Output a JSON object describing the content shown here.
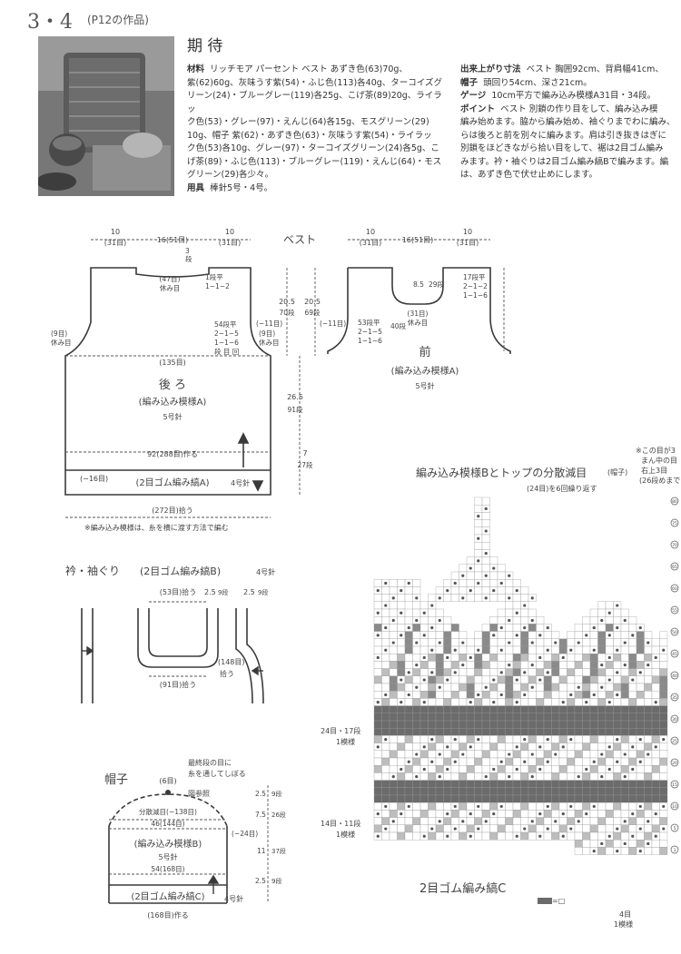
{
  "header": {
    "number": "3・4",
    "ref": "(P12の作品)",
    "title": "期 待"
  },
  "materials": {
    "label_materials": "材料",
    "line1": "リッチモア パーセント ベスト あずき色(63)70g、",
    "line2": "紫(62)60g、灰味うす紫(54)・ふじ色(113)各40g、ターコイズグ",
    "line3": "リーン(24)・ブルーグレー(119)各25g、こげ茶(89)20g、ライラッ",
    "line4": "ク色(53)・グレー(97)・えんじ(64)各15g、モスグリーン(29)",
    "line5": "10g、帽子 紫(62)・あずき色(63)・灰味うす紫(54)・ライラッ",
    "line6": "ク色(53)各10g、グレー(97)・ターコイズグリーン(24)各5g、こ",
    "line7": "げ茶(89)・ふじ色(113)・ブルーグレー(119)・えんじ(64)・モス",
    "line8": "グリーン(29)各少々。",
    "label_tools": "用具",
    "tools": "棒針5号・4号。"
  },
  "specs": {
    "label_size": "出来上がり寸法",
    "size_line": "ベスト 胸囲92cm、背肩幅41cm、",
    "size_line2": "",
    "label_hat": "帽子",
    "hat_line": "頭回り54cm、深さ21cm。",
    "label_gauge": "ゲージ",
    "gauge_line": "10cm平方で編み込み模様A31目・34段。",
    "label_point": "ポイント",
    "point1": "ベスト 別鎖の作り目をして、編み込み模",
    "point2": "編み始めます。脇から編み始め、袖ぐりまでわに編み、",
    "point3": "らは後ろと前を別々に編みます。肩は引き抜きはぎに",
    "point4": "別鎖をほどきながら拾い目をして、裾は2目ゴム編み",
    "point5": "みます。衿・袖ぐりは2目ゴム編み縞Bで編みます。編",
    "point6": "は、あずき色で伏せ止めにします。"
  },
  "vest": {
    "title": "ベスト",
    "back_top_left": "10",
    "back_top_left_sts": "(31目)",
    "back_top_mid": "16(51目)",
    "back_top_right": "10",
    "back_top_right_sts": "(31目)",
    "back_neck_rows": "3",
    "back_neck_rows_unit": "段",
    "back_neck_sts": "(47目)",
    "back_neck_rest": "休み目",
    "back_dec1a": "1段平",
    "back_dec1b": "1−1−2",
    "back_dec2a": "54段平",
    "back_dec2b": "2−1−5",
    "back_dec2c": "1−1−6",
    "back_dec2d": "段 目 回",
    "armhole_sts_l": "(9目)",
    "armhole_rest_l": "休み目",
    "armhole_sts_r": "(9目)",
    "armhole_rest_r": "休み目",
    "armhole_dec": "(−11目)",
    "back_width": "(135目)",
    "back_label": "後 ろ",
    "pattern_a": "(編み込み模様A)",
    "needle5": "5号針",
    "cast_on": "92(288目)作る",
    "ribbing_dec": "(−16目)",
    "ribbing_label": "(2目ゴム編み縞A)",
    "needle4": "4号針",
    "pick_up": "(272目)拾う",
    "front_top_left": "10",
    "front_top_left_sts": "(31目)",
    "front_top_mid": "16(51目)",
    "front_top_right": "10",
    "front_top_right_sts": "(31目)",
    "front_neck_cm": "8.5",
    "front_neck_rows": "29段",
    "front_dec1a": "17段平",
    "front_dec1b": "2−1−2",
    "front_dec1c": "1−1−6",
    "front_neck_sts": "(31目)",
    "front_neck_rest": "休み目",
    "front_armhole_dec": "(−11目)",
    "front_dec2a": "53段平",
    "front_dec2b": "2−1−5",
    "front_dec2c": "1−1−6",
    "front_rows40": "40段",
    "front_label": "前",
    "front_pattern": "(編み込み模様A)",
    "front_needle": "5号針",
    "dim_a": "20.5",
    "dim_a_rows": "70段",
    "dim_b": "20.5",
    "dim_b_rows": "69段",
    "dim_c": "26.5",
    "dim_c_rows": "91段",
    "dim_d": "7",
    "dim_d_rows": "27段",
    "note": "※編み込み模様は、糸を横に渡す方法で編む"
  },
  "collar": {
    "title": "衿・袖ぐり",
    "sub": "(2目ゴム編み縞B)",
    "needle": "4号針",
    "neck_front": "(53目)拾う",
    "neck_back": "(91目)拾う",
    "armhole_pick": "(148目)",
    "armhole_pick2": "拾う",
    "dim_h": "2.5",
    "dim_h_rows": "9段",
    "dim_h2": "2.5",
    "dim_h2_rows": "9段"
  },
  "hat": {
    "title": "帽子",
    "top_sts": "(6目)",
    "top_note1": "最終段の目に",
    "top_note2": "糸を通してしぼる",
    "ref_fig": "図参照",
    "dec_line": "分散減目(−138目)",
    "width1": "46(144目)",
    "width1_dec": "(−24目)",
    "pattern_b": "(編み込み模様B)",
    "needle5": "5号針",
    "width2": "54(168目)",
    "ribbing_c": "(2目ゴム編み縞C)",
    "needle4": "4号針",
    "cast_on": "(168目)作る",
    "dim1": "2.5",
    "dim1_rows": "9段",
    "dim2": "7.5",
    "dim2_rows": "26段",
    "dim3": "11",
    "dim3_rows": "37段",
    "dim4": "2.5",
    "dim4_rows": "9段"
  },
  "chart": {
    "title": "編み込み模様Bとトップの分散減目",
    "title_tag": "(帽子)",
    "repeat_note": "(24目)を6回繰り返す",
    "side_note1": "※この目が3",
    "side_note2": "まん中の目",
    "side_note3": "右上3目",
    "side_note4": "(26段めまで",
    "label_24": "24目・17段",
    "label_24b": "1模様",
    "label_14": "14目・11段",
    "label_14b": "1模様",
    "ribbing_label": "2目ゴム編み縞C",
    "bottom_4": "4目",
    "bottom_repeat": "1模様",
    "legend": "=□",
    "row_numbers": [
      "80",
      "75",
      "70",
      "65",
      "60",
      "55",
      "50",
      "45",
      "40",
      "35",
      "30",
      "25",
      "20",
      "15",
      "10",
      "5",
      "1"
    ]
  },
  "colors": {
    "line": "#3a3a3a",
    "dim_line": "#555555",
    "chart_dark": "#6b6b6b",
    "chart_light": "#bdbdbd"
  }
}
